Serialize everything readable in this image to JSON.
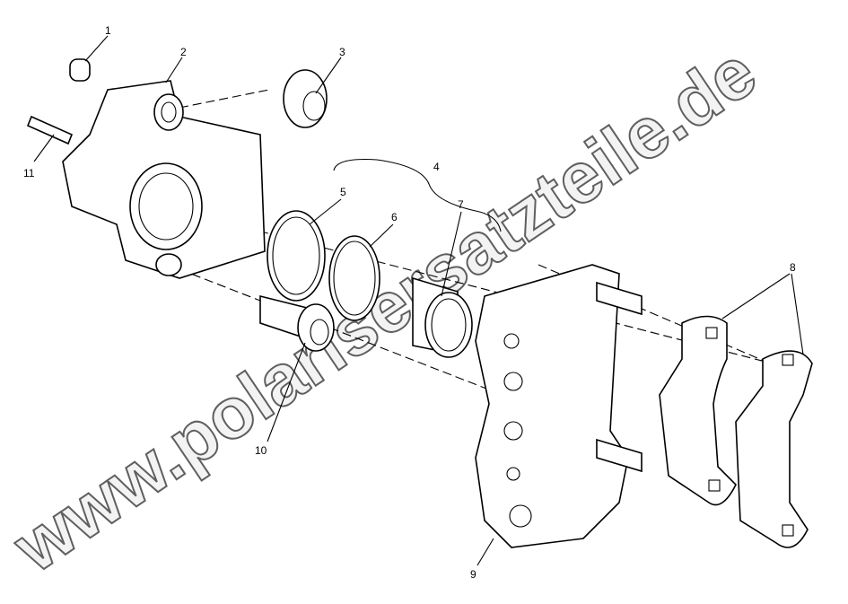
{
  "diagram": {
    "callouts": [
      "1",
      "2",
      "3",
      "4",
      "5",
      "6",
      "7",
      "8",
      "9",
      "10",
      "11"
    ],
    "watermark": "www.polarisersatzteile.de"
  }
}
